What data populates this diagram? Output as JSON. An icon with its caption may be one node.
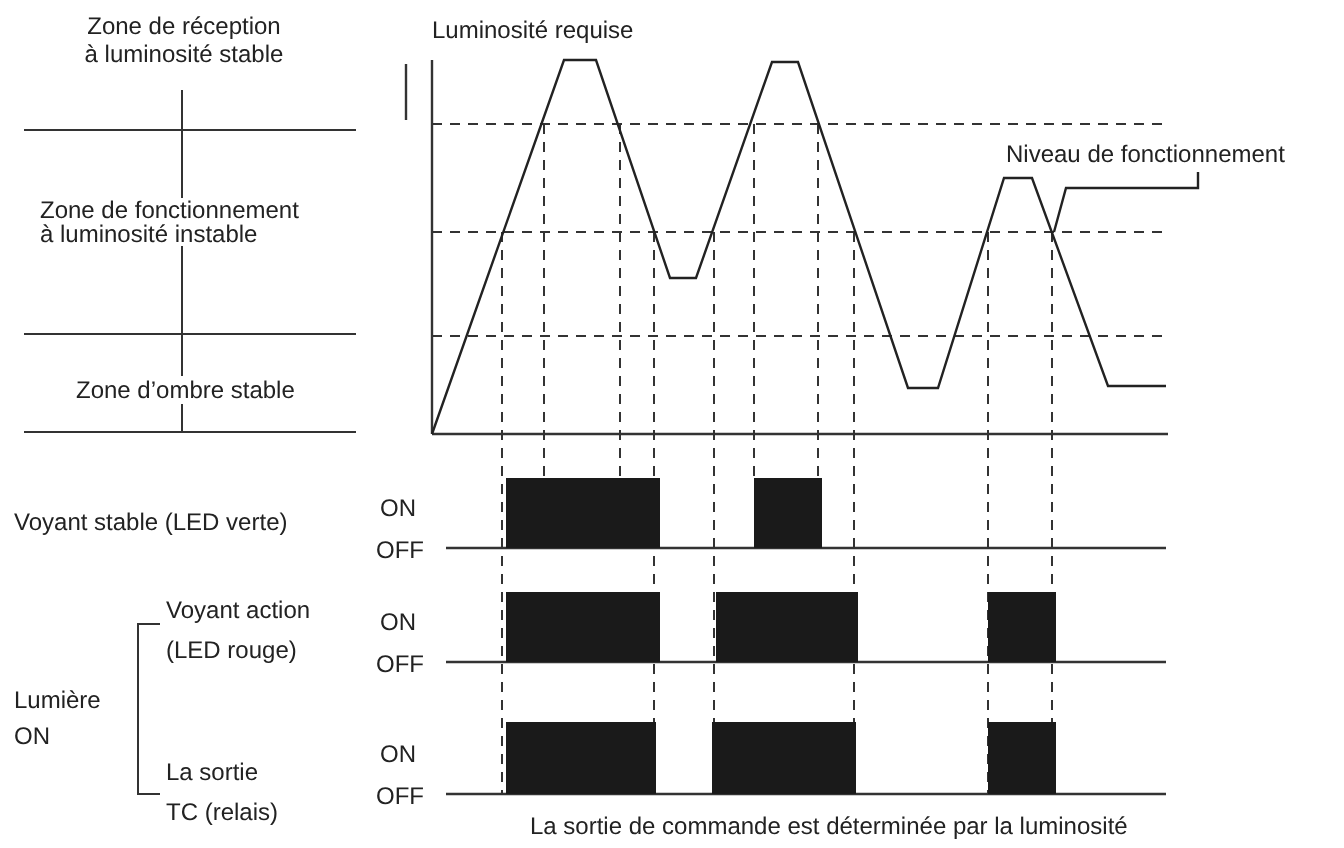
{
  "diagram": {
    "caption": "La sortie de commande est déterminée par la luminosité",
    "nodes": [
      {
        "text": [
          "Niveau de fonctionnement"
        ]
      },
      {
        "text": [],
        "shape": "line"
      }
    ],
    "edges": [
      {
        "from": 0,
        "to": 1,
        "arrow": "none"
      }
    ],
    "labels": [
      "Zone de réception à luminosité stable",
      "Luminosité requise",
      "Zone de fonctionnement à luminosité instable",
      "Zone d’ombre stable",
      "Voyant stable (LED verte)",
      "ON",
      "OFF",
      "Voyant action (LED rouge)",
      "ON",
      "OFF",
      "Lumière ON",
      "La sortie TC (relais)",
      "ON",
      "OFF"
    ]
  }
}
